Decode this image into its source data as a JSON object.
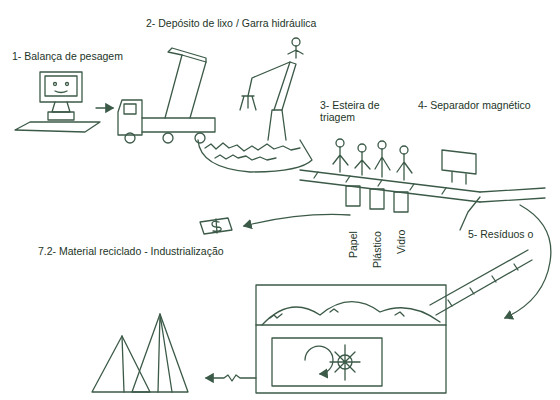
{
  "diagram": {
    "labels": [
      "2- Depósito de lixo / Garra hidráulica",
      "1- Balança de pesagem",
      "3- Esteira de triagem",
      "4- Separador magnético",
      "Papel",
      "Plástico",
      "Vidro",
      "5- Resíduos o",
      "7.2- Material reciclado - Industrialização"
    ]
  }
}
